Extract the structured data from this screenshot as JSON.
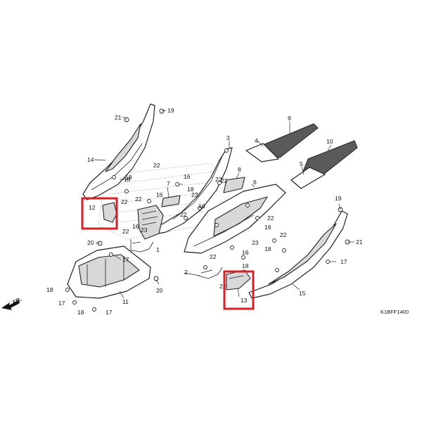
{
  "diagram": {
    "code": "K1BFF1400",
    "direction": "FR.",
    "highlight_color": "#d61f26",
    "callouts": [
      "21",
      "19",
      "14",
      "3",
      "9",
      "4",
      "10",
      "5",
      "18",
      "22",
      "16",
      "7",
      "8",
      "6",
      "12",
      "23",
      "1",
      "20",
      "17",
      "11",
      "2",
      "13",
      "15",
      "19",
      "21"
    ],
    "highlighted_parts": [
      "12",
      "13"
    ]
  }
}
